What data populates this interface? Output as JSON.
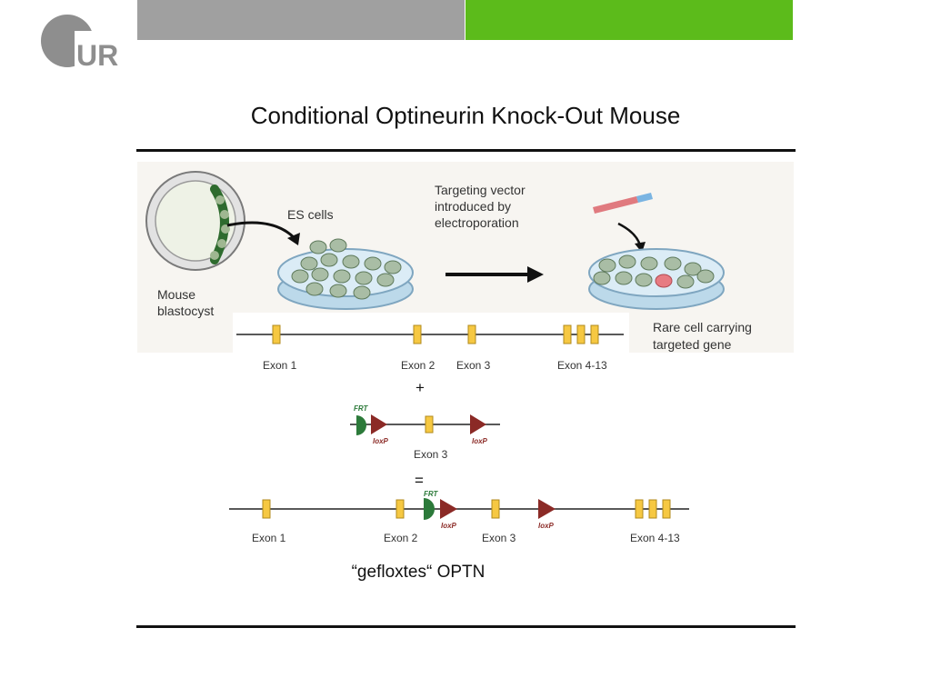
{
  "header": {
    "logo_text": "UR",
    "title": "Conditional Optineurin Knock-Out Mouse"
  },
  "figure": {
    "blastocyst_label_line1": "Mouse",
    "blastocyst_label_line2": "blastocyst",
    "es_cells_label": "ES cells",
    "vector_label_line1": "Targeting vector",
    "vector_label_line2": "introduced by",
    "vector_label_line3": "electroporation",
    "rare_cell_label_line1": "Rare cell carrying",
    "rare_cell_label_line2": "targeted gene"
  },
  "wildtype_gene": {
    "exon1": "Exon 1",
    "exon2": "Exon 2",
    "exon3": "Exon 3",
    "exon4_13": "Exon 4-13"
  },
  "plus_sign": "+",
  "targeting_construct": {
    "frt": "FRT",
    "loxp_left": "loxP",
    "loxp_right": "loxP",
    "exon3": "Exon 3"
  },
  "equals_sign": "=",
  "floxed_gene": {
    "exon1": "Exon 1",
    "exon2": "Exon 2",
    "exon3": "Exon 3",
    "exon4_13": "Exon 4-13",
    "frt": "FRT",
    "loxp_left": "loxP",
    "loxp_right": "loxP"
  },
  "caption": "“gefloxtes“ OPTN",
  "colors": {
    "exon": "#f6c842",
    "frt": "#2c7a3a",
    "loxp": "#8b2a26",
    "bar_gray": "#a0a0a0",
    "bar_green": "#5cbb1b"
  }
}
